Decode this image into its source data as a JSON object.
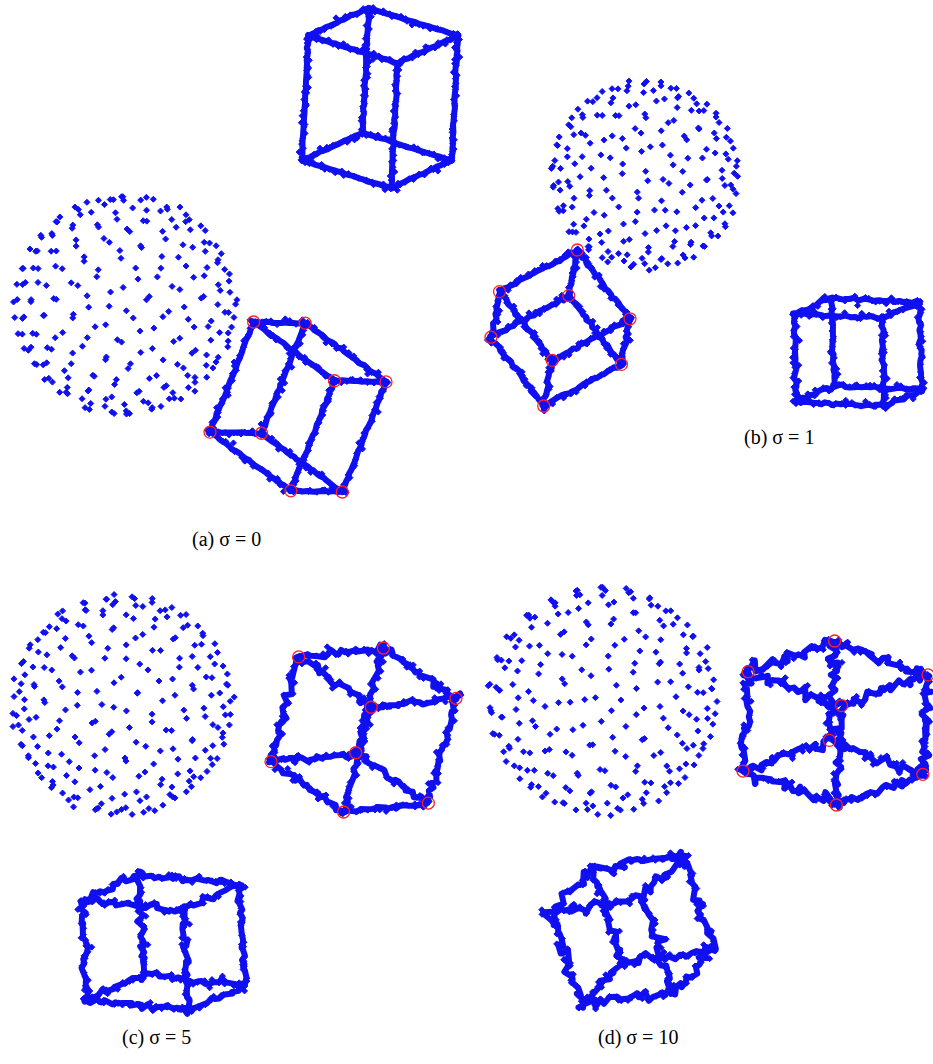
{
  "diagram": {
    "labels": [
      "(a) σ = 0",
      "(b) σ = 1",
      "(c) σ = 5",
      "(d) σ = 10"
    ]
  }
}
